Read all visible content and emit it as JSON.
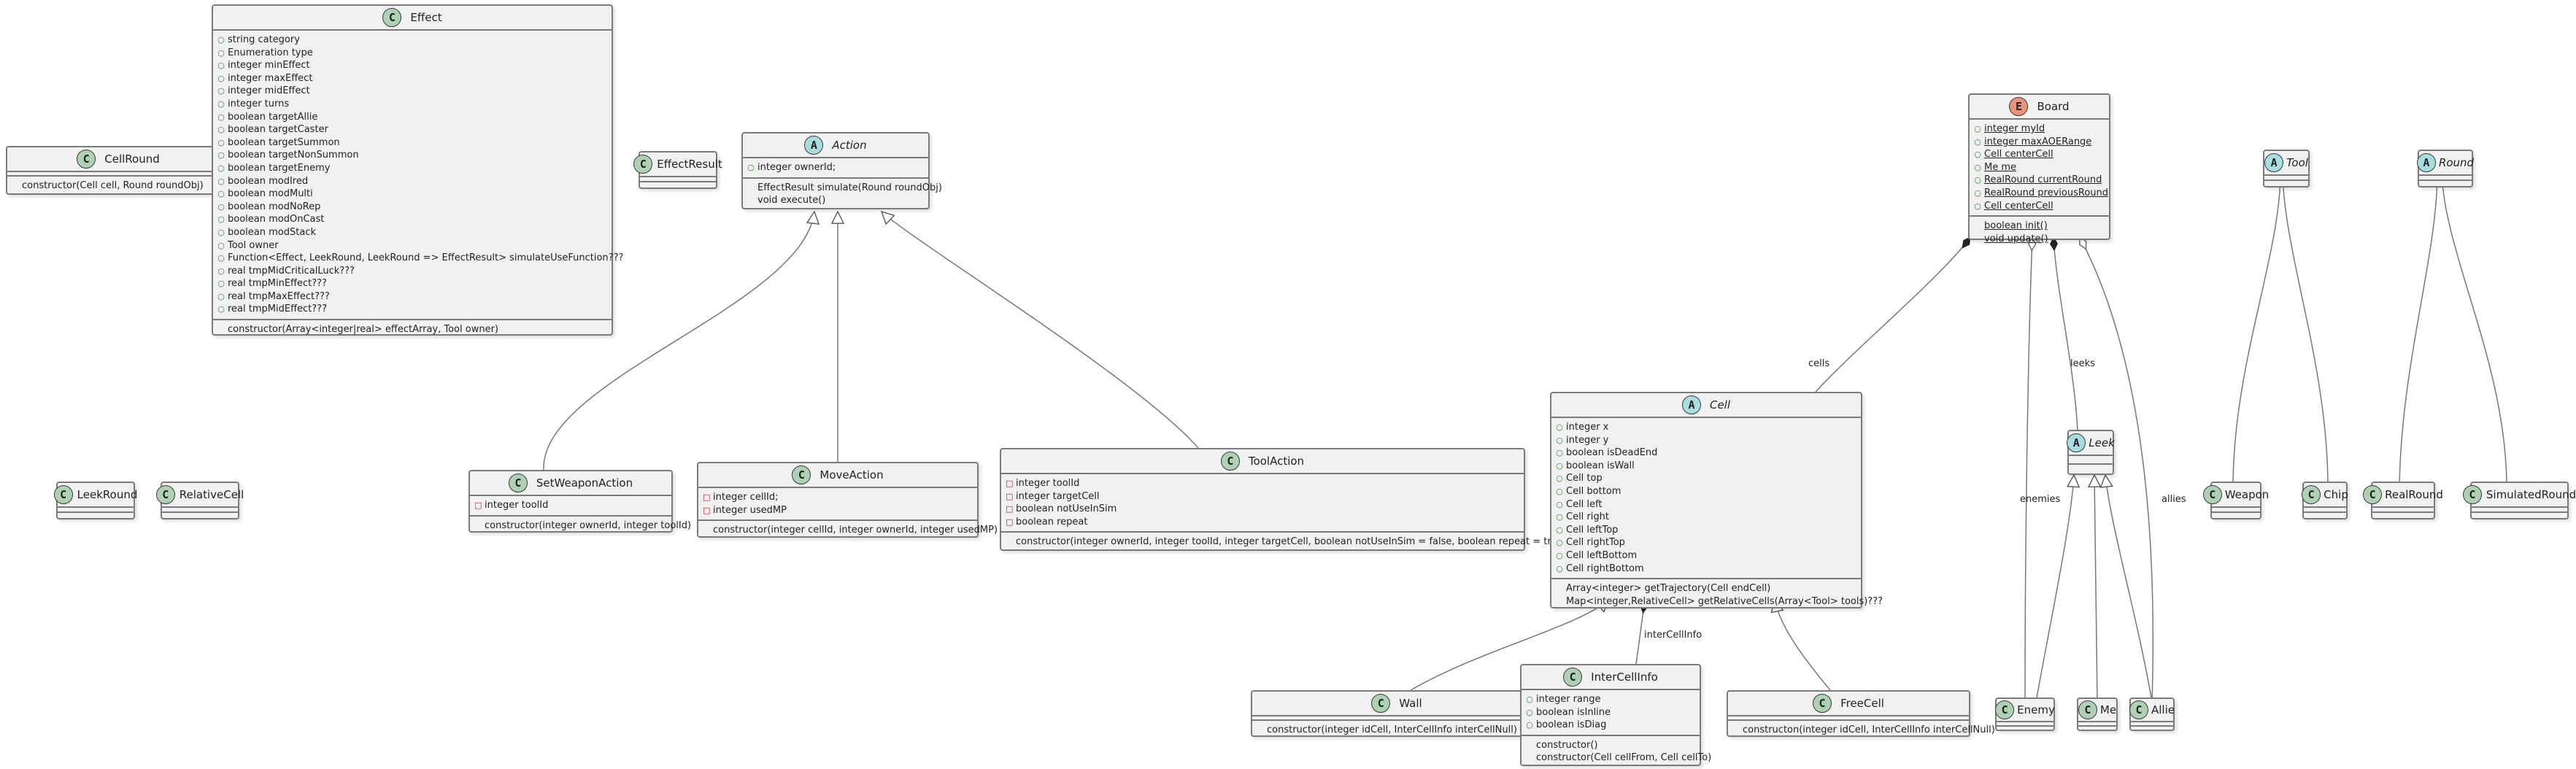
{
  "diagram": {
    "classes": {
      "cell_round": {
        "name": "CellRound",
        "stereotype": "C",
        "methods": [
          {
            "vis": "",
            "text": "constructor(Cell cell, Round roundObj)"
          }
        ]
      },
      "effect": {
        "name": "Effect",
        "stereotype": "C",
        "fields": [
          {
            "vis": "+",
            "text": "string category"
          },
          {
            "vis": "+",
            "text": "Enumeration type"
          },
          {
            "vis": "+",
            "text": "integer minEffect"
          },
          {
            "vis": "+",
            "text": "integer maxEffect"
          },
          {
            "vis": "+",
            "text": "integer midEffect"
          },
          {
            "vis": "+",
            "text": "integer turns"
          },
          {
            "vis": "+",
            "text": "boolean targetAllie"
          },
          {
            "vis": "+",
            "text": "boolean targetCaster"
          },
          {
            "vis": "+",
            "text": "boolean targetSummon"
          },
          {
            "vis": "+",
            "text": "boolean targetNonSummon"
          },
          {
            "vis": "+",
            "text": "boolean targetEnemy"
          },
          {
            "vis": "+",
            "text": "boolean modIred"
          },
          {
            "vis": "+",
            "text": "boolean modMulti"
          },
          {
            "vis": "+",
            "text": "boolean modNoRep"
          },
          {
            "vis": "+",
            "text": "boolean modOnCast"
          },
          {
            "vis": "+",
            "text": "boolean modStack"
          },
          {
            "vis": "+",
            "text": "Tool owner"
          },
          {
            "vis": "+",
            "text": "Function<Effect, LeekRound, LeekRound => EffectResult> simulateUseFunction???"
          },
          {
            "vis": "+",
            "text": "real tmpMidCriticalLuck???"
          },
          {
            "vis": "+",
            "text": "real tmpMinEffect???"
          },
          {
            "vis": "+",
            "text": "real tmpMaxEffect???"
          },
          {
            "vis": "+",
            "text": "real tmpMidEffect???"
          }
        ],
        "methods": [
          {
            "vis": "",
            "text": "constructor(Array<integer|real> effectArray, Tool owner)"
          }
        ]
      },
      "effect_result": {
        "name": "EffectResult",
        "stereotype": "C"
      },
      "action": {
        "name": "Action",
        "stereotype": "A",
        "fields": [
          {
            "vis": "+",
            "text": "integer ownerId;"
          }
        ],
        "methods": [
          {
            "vis": "",
            "text": "EffectResult simulate(Round roundObj)"
          },
          {
            "vis": "",
            "text": "void execute()"
          }
        ]
      },
      "board": {
        "name": "Board",
        "stereotype": "E",
        "fields": [
          {
            "vis": "+",
            "text": "integer myId",
            "static": true
          },
          {
            "vis": "+",
            "text": "integer maxAOERange",
            "static": true
          },
          {
            "vis": "+",
            "text": "Cell centerCell",
            "static": true
          },
          {
            "vis": "+",
            "text": "Me me",
            "static": true
          },
          {
            "vis": "+",
            "text": "RealRound currentRound",
            "static": true
          },
          {
            "vis": "+",
            "text": "RealRound previousRound",
            "static": true
          },
          {
            "vis": "+",
            "text": "Cell centerCell",
            "static": true
          }
        ],
        "methods": [
          {
            "vis": "",
            "text": "boolean init()",
            "static": true
          },
          {
            "vis": "",
            "text": "void update()",
            "static": true
          }
        ]
      },
      "tool": {
        "name": "Tool",
        "stereotype": "A"
      },
      "round": {
        "name": "Round",
        "stereotype": "A"
      },
      "leek_round": {
        "name": "LeekRound",
        "stereotype": "C"
      },
      "relative_cell": {
        "name": "RelativeCell",
        "stereotype": "C"
      },
      "set_weapon_action": {
        "name": "SetWeaponAction",
        "stereotype": "C",
        "fields": [
          {
            "vis": "-",
            "text": "integer toolId"
          }
        ],
        "methods": [
          {
            "vis": "",
            "text": "constructor(integer ownerId, integer toolId)"
          }
        ]
      },
      "move_action": {
        "name": "MoveAction",
        "stereotype": "C",
        "fields": [
          {
            "vis": "-",
            "text": "integer cellId;"
          },
          {
            "vis": "-",
            "text": "integer usedMP"
          }
        ],
        "methods": [
          {
            "vis": "",
            "text": "constructor(integer cellId, integer ownerId, integer usedMP)"
          }
        ]
      },
      "tool_action": {
        "name": "ToolAction",
        "stereotype": "C",
        "fields": [
          {
            "vis": "-",
            "text": "integer toolId"
          },
          {
            "vis": "-",
            "text": "integer targetCell"
          },
          {
            "vis": "-",
            "text": "boolean notUseInSim"
          },
          {
            "vis": "-",
            "text": "boolean repeat"
          }
        ],
        "methods": [
          {
            "vis": "",
            "text": "constructor(integer ownerId, integer toolId, integer targetCell, boolean notUseInSim = false, boolean repeat = true)"
          }
        ]
      },
      "cell": {
        "name": "Cell",
        "stereotype": "A",
        "fields": [
          {
            "vis": "+",
            "text": "integer x"
          },
          {
            "vis": "+",
            "text": "integer y"
          },
          {
            "vis": "+",
            "text": "boolean isDeadEnd"
          },
          {
            "vis": "+",
            "text": "boolean isWall"
          },
          {
            "vis": "+",
            "text": "Cell top"
          },
          {
            "vis": "+",
            "text": "Cell bottom"
          },
          {
            "vis": "+",
            "text": "Cell left"
          },
          {
            "vis": "+",
            "text": "Cell right"
          },
          {
            "vis": "+",
            "text": "Cell leftTop"
          },
          {
            "vis": "+",
            "text": "Cell rightTop"
          },
          {
            "vis": "+",
            "text": "Cell leftBottom"
          },
          {
            "vis": "+",
            "text": "Cell rightBottom"
          }
        ],
        "methods": [
          {
            "vis": "",
            "text": "Array<integer> getTrajectory(Cell endCell)"
          },
          {
            "vis": "",
            "text": "Map<integer,RelativeCell> getRelativeCells(Array<Tool> tools)???"
          }
        ]
      },
      "leek": {
        "name": "Leek",
        "stereotype": "A"
      },
      "weapon": {
        "name": "Weapon",
        "stereotype": "C"
      },
      "chip": {
        "name": "Chip",
        "stereotype": "C"
      },
      "real_round": {
        "name": "RealRound",
        "stereotype": "C"
      },
      "simulated_round": {
        "name": "SimulatedRound",
        "stereotype": "C"
      },
      "wall": {
        "name": "Wall",
        "stereotype": "C",
        "methods": [
          {
            "vis": "",
            "text": "constructor(integer idCell, InterCellInfo interCellNull)"
          }
        ]
      },
      "inter_cell_info": {
        "name": "InterCellInfo",
        "stereotype": "C",
        "fields": [
          {
            "vis": "+",
            "text": "integer range"
          },
          {
            "vis": "+",
            "text": "boolean isInline"
          },
          {
            "vis": "+",
            "text": "boolean isDiag"
          }
        ],
        "methods": [
          {
            "vis": "",
            "text": "constructor()"
          },
          {
            "vis": "",
            "text": "constructor(Cell cellFrom, Cell cellTo)"
          }
        ]
      },
      "free_cell": {
        "name": "FreeCell",
        "stereotype": "C",
        "methods": [
          {
            "vis": "",
            "text": "constructon(integer idCell, InterCellInfo interCellNull)"
          }
        ]
      },
      "enemy": {
        "name": "Enemy",
        "stereotype": "C"
      },
      "me": {
        "name": "Me",
        "stereotype": "C"
      },
      "allie": {
        "name": "Allie",
        "stereotype": "C"
      }
    },
    "edge_labels": {
      "cells": "cells",
      "leeks": "leeks",
      "enemies": "enemies",
      "allies": "allies",
      "inter_cell_info": "interCellInfo"
    }
  }
}
